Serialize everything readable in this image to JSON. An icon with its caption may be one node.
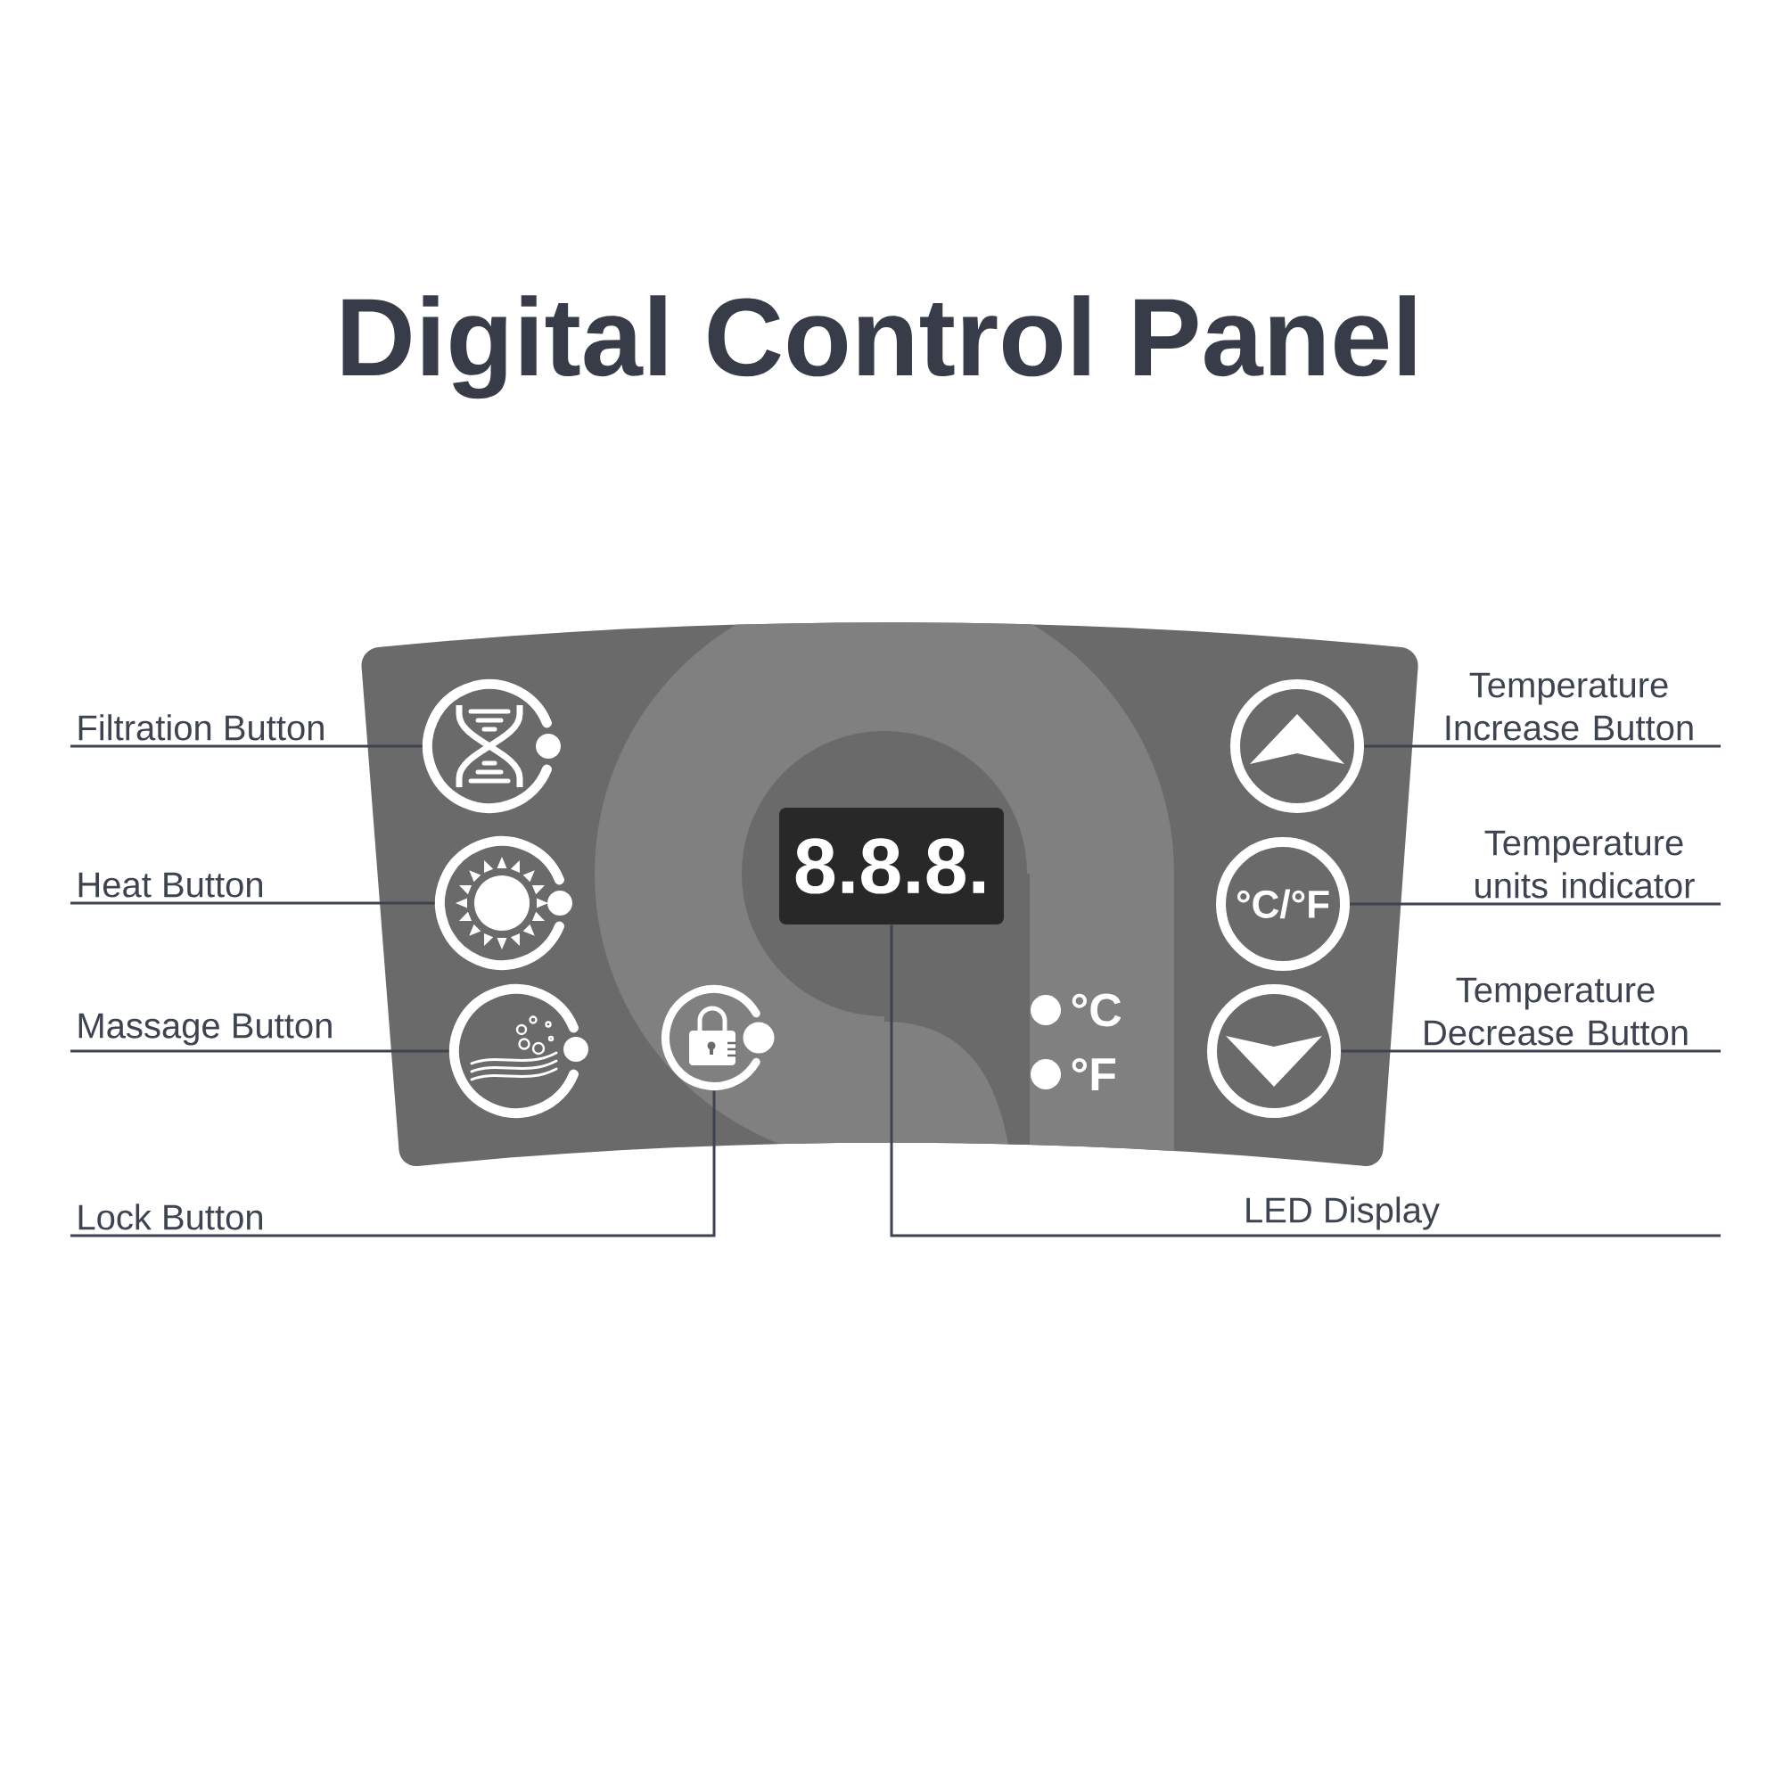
{
  "diagram": {
    "title": "Digital Control Panel",
    "nodes": [
      {
        "text": [],
        "shape": "box"
      },
      {
        "text": [],
        "shape": "circle",
        "in": 0
      },
      {
        "text": [],
        "shape": "circle",
        "in": 0
      },
      {
        "text": [],
        "shape": "circle",
        "in": 0
      },
      {
        "text": [],
        "shape": "circle",
        "in": 0
      },
      {
        "text": [
          "8.8.8."
        ],
        "in": 0
      },
      {
        "text": [],
        "shape": "circle",
        "in": 0
      },
      {
        "text": [
          "°C/°F"
        ],
        "in": 0
      },
      {
        "text": [],
        "shape": "circle",
        "in": 0
      },
      {
        "text": [
          "Filtration Button"
        ]
      },
      {
        "text": [
          "Heat Button"
        ]
      },
      {
        "text": [
          "Massage Button"
        ]
      },
      {
        "text": [
          "Lock Button"
        ]
      },
      {
        "text": [
          "LED Display"
        ]
      },
      {
        "text": [
          "Temperature Increase Button"
        ]
      },
      {
        "text": [
          "Temperature units indicator"
        ]
      },
      {
        "text": [
          "Temperature Decrease Button"
        ]
      }
    ],
    "edges": [
      {
        "from": 9,
        "to": 1,
        "arrow": "none"
      },
      {
        "from": 10,
        "to": 2,
        "arrow": "none"
      },
      {
        "from": 11,
        "to": 3,
        "arrow": "none"
      },
      {
        "from": 12,
        "to": 4,
        "arrow": "none"
      },
      {
        "from": 13,
        "to": 5,
        "arrow": "none"
      },
      {
        "from": 14,
        "to": 6,
        "arrow": "none"
      },
      {
        "from": 15,
        "to": 7,
        "arrow": "none"
      },
      {
        "from": 16,
        "to": 8,
        "arrow": "none"
      }
    ],
    "labels": [
      "°C",
      "°F"
    ]
  }
}
